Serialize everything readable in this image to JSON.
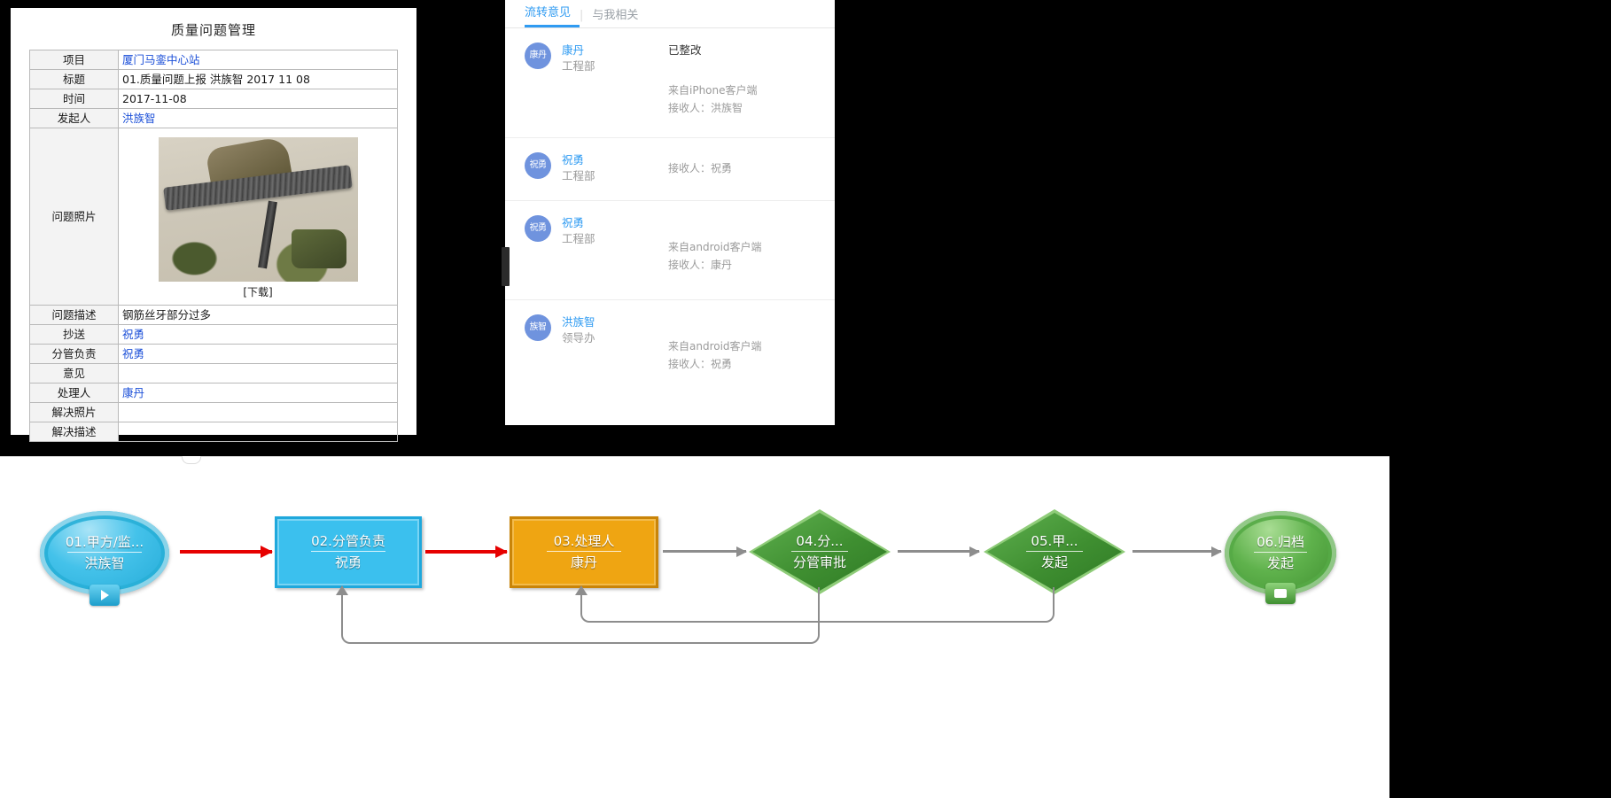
{
  "document": {
    "title": "质量问题管理",
    "rows": [
      {
        "label": "项目",
        "value": "厦门马銮中心站",
        "link": true
      },
      {
        "label": "标题",
        "value": "01.质量问题上报 洪族智 2017 11 08",
        "link": false
      },
      {
        "label": "时间",
        "value": "2017-11-08",
        "link": false
      },
      {
        "label": "发起人",
        "value": "洪族智",
        "link": true
      }
    ],
    "photo_row": {
      "label": "问题照片",
      "download_label": "[下载]"
    },
    "rows2": [
      {
        "label": "问题描述",
        "value": "钢筋丝牙部分过多",
        "link": false
      },
      {
        "label": "抄送",
        "value": "祝勇",
        "link": true
      },
      {
        "label": "分管负责",
        "value": "祝勇",
        "link": true
      },
      {
        "label": "意见",
        "value": "",
        "link": false
      },
      {
        "label": "处理人",
        "value": "康丹",
        "link": true
      },
      {
        "label": "解决照片",
        "value": "",
        "link": false
      },
      {
        "label": "解决描述",
        "value": "",
        "link": false
      }
    ]
  },
  "comments": {
    "tabs": [
      {
        "label": "流转意见",
        "active": true
      },
      {
        "label": "与我相关",
        "active": false
      }
    ],
    "separator": "|",
    "items": [
      {
        "avatar": "康丹",
        "name": "康丹",
        "dept": "工程部",
        "text": "已整改",
        "source": "来自iPhone客户端",
        "receiver": "接收人：洪族智"
      },
      {
        "avatar": "祝勇",
        "name": "祝勇",
        "dept": "工程部",
        "text": "",
        "source": "",
        "receiver": "接收人：祝勇"
      },
      {
        "avatar": "祝勇",
        "name": "祝勇",
        "dept": "工程部",
        "text": "",
        "source": "来自android客户端",
        "receiver": "接收人：康丹"
      },
      {
        "avatar": "族智",
        "name": "洪族智",
        "dept": "领导办",
        "text": "",
        "source": "来自android客户端",
        "receiver": "接收人：祝勇"
      }
    ]
  },
  "workflow": {
    "nodes": [
      {
        "id": "n1",
        "title": "01.甲方/监...",
        "sub": "洪族智",
        "shape": "circle-start",
        "color": "#3bc0ee"
      },
      {
        "id": "n2",
        "title": "02.分管负责",
        "sub": "祝勇",
        "shape": "rect",
        "color": "#3bc0ee"
      },
      {
        "id": "n3",
        "title": "03.处理人",
        "sub": "康丹",
        "shape": "rect",
        "color": "#efa512"
      },
      {
        "id": "n4",
        "title": "04.分...",
        "sub": "分管审批",
        "shape": "diamond",
        "color": "#3f8f31"
      },
      {
        "id": "n5",
        "title": "05.甲...",
        "sub": "发起",
        "shape": "diamond",
        "color": "#3f8f31"
      },
      {
        "id": "n6",
        "title": "06.归档",
        "sub": "发起",
        "shape": "circle-end",
        "color": "#3f8f31"
      }
    ],
    "arrow_colors": {
      "active": "#e60000",
      "inactive": "#8d8d8d"
    }
  }
}
